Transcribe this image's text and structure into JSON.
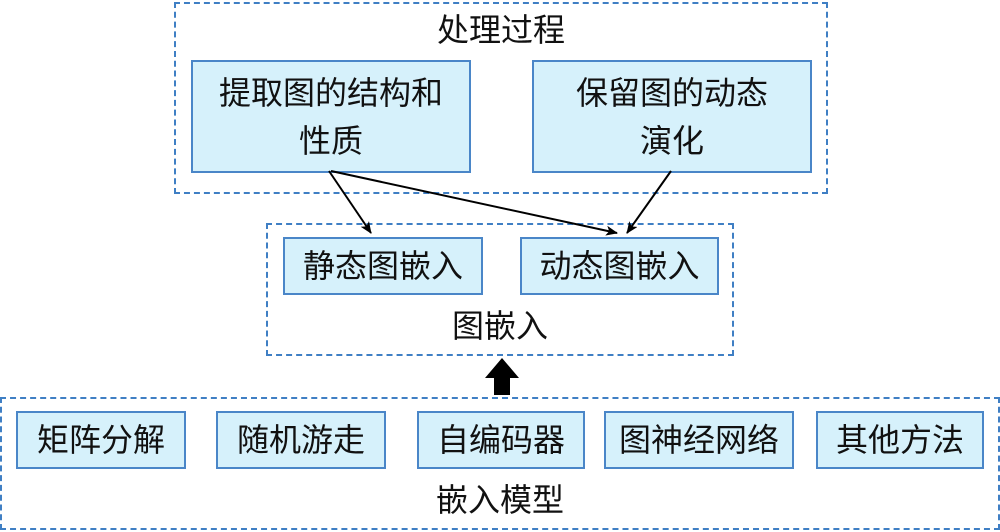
{
  "process": {
    "title": "处理过程",
    "boxes": [
      {
        "label": "提取图的结构和性质"
      },
      {
        "label": "保留图的动态演化"
      }
    ]
  },
  "graph_embedding": {
    "title": "图嵌入",
    "boxes": [
      {
        "label": "静态图嵌入"
      },
      {
        "label": "动态图嵌入"
      }
    ]
  },
  "embedding_models": {
    "title": "嵌入模型",
    "boxes": [
      {
        "label": "矩阵分解"
      },
      {
        "label": "随机游走"
      },
      {
        "label": "自编码器"
      },
      {
        "label": "图神经网络"
      },
      {
        "label": "其他方法"
      }
    ]
  },
  "colors": {
    "box_fill": "#d6f1fb",
    "box_border": "#4a86c8",
    "dashed_border": "#3f7fc4",
    "arrow": "#000000"
  }
}
